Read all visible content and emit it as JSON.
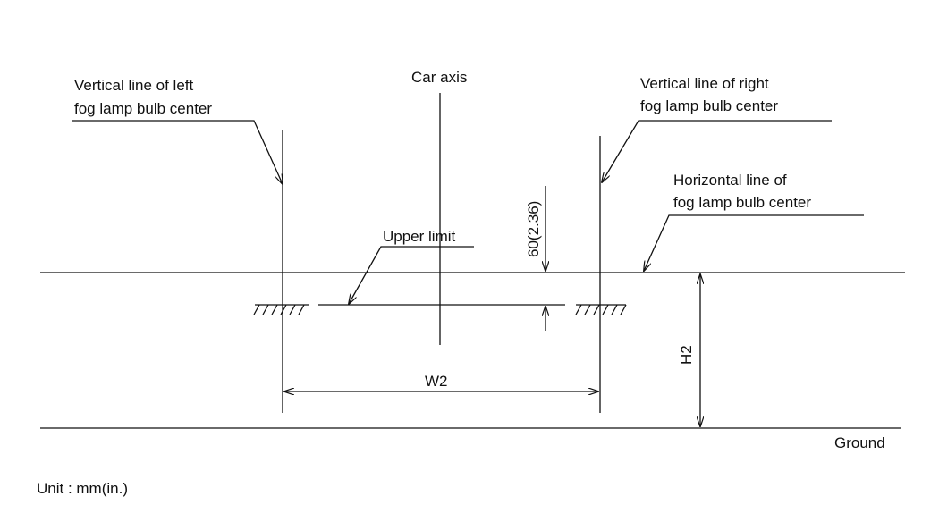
{
  "labels": {
    "car_axis": "Car axis",
    "left_line_1": "Vertical line of left",
    "left_line_2": "fog lamp bulb center",
    "right_line_1": "Vertical line of right",
    "right_line_2": "fog lamp bulb center",
    "horizontal_1": "Horizontal line of",
    "horizontal_2": "fog lamp bulb center",
    "upper_limit": "Upper limit",
    "offset_dim": "60(2.36)",
    "width_dim": "W2",
    "height_dim": "H2",
    "ground": "Ground",
    "unit": "Unit : mm(in.)"
  },
  "colors": {
    "ink": "#111111",
    "background": "#ffffff"
  }
}
